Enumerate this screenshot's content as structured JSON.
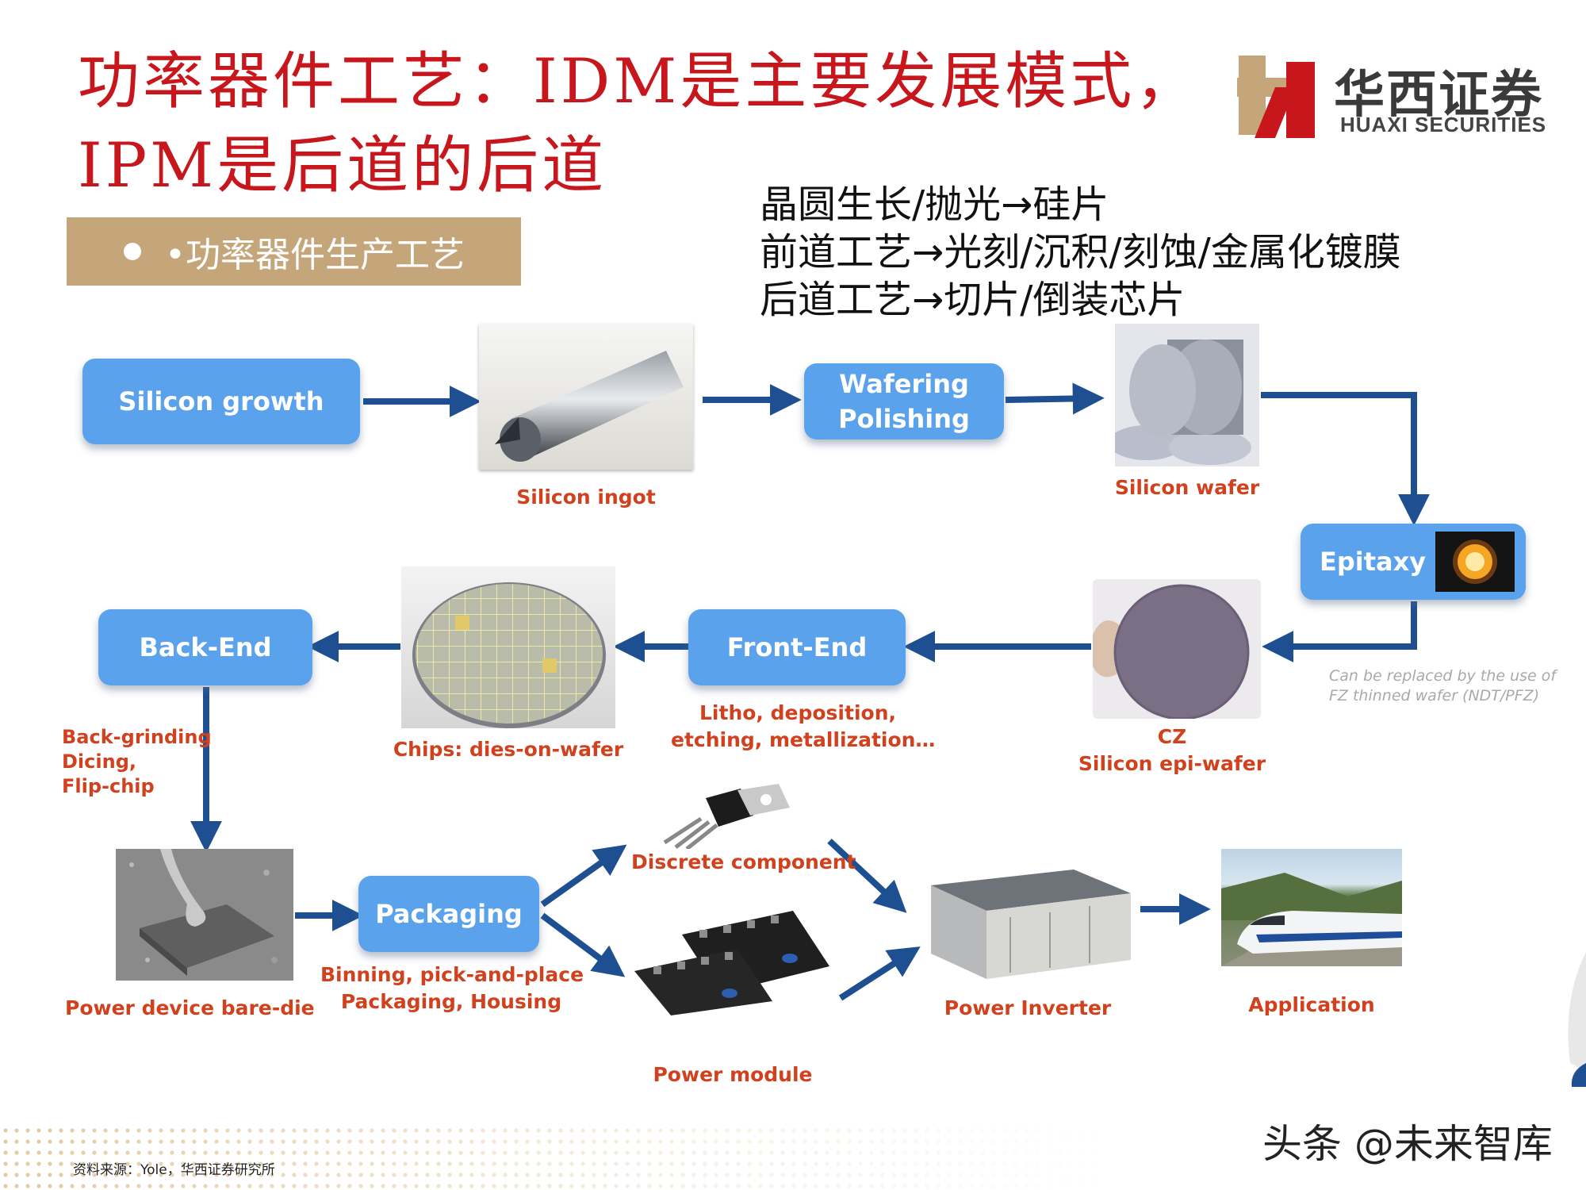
{
  "title": {
    "line1": "功率器件工艺：IDM是主要发展模式，",
    "line2": "IPM是后道的后道"
  },
  "logo": {
    "cn": "华西证券",
    "en": "HUAXI SECURITIES"
  },
  "section": {
    "label": "•功率器件生产工艺"
  },
  "notes": [
    "晶圆生长/抛光→硅片",
    "前道工艺→光刻/沉积/刻蚀/金属化镀膜",
    "后道工艺→切片/倒装芯片"
  ],
  "boxes": {
    "silicon_growth": "Silicon growth",
    "wafering": [
      "Wafering",
      "Polishing"
    ],
    "epitaxy": "Epitaxy",
    "front_end": "Front-End",
    "back_end": "Back-End",
    "packaging": "Packaging"
  },
  "captions": {
    "silicon_ingot": "Silicon ingot",
    "silicon_wafer": "Silicon wafer",
    "cz": "CZ",
    "silicon_epi": "Silicon epi-wafer",
    "front_end_1": "Litho, deposition,",
    "front_end_2": "etching, metallization…",
    "chips": "Chips: dies-on-wafer",
    "back_end_steps": [
      "Back-grinding",
      "Dicing,",
      "Flip-chip"
    ],
    "bare_die": "Power device bare-die",
    "packaging_1": "Binning, pick-and-place",
    "packaging_2": "Packaging, Housing",
    "discrete": "Discrete component",
    "power_module": "Power module",
    "power_inverter": "Power Inverter",
    "application": "Application"
  },
  "epitaxy_note": [
    "Can be replaced by the use of",
    "FZ thinned wafer (NDT/PFZ)"
  ],
  "source": "资料来源：Yole，华西证券研究所",
  "watermark": "头条 @未来智库",
  "colors": {
    "title_red": "#c8161d",
    "box_blue": "#5aa3ec",
    "arrow_navy": "#1d4f91",
    "caption_orange": "#d2411e",
    "section_gold": "#c4a67a"
  }
}
